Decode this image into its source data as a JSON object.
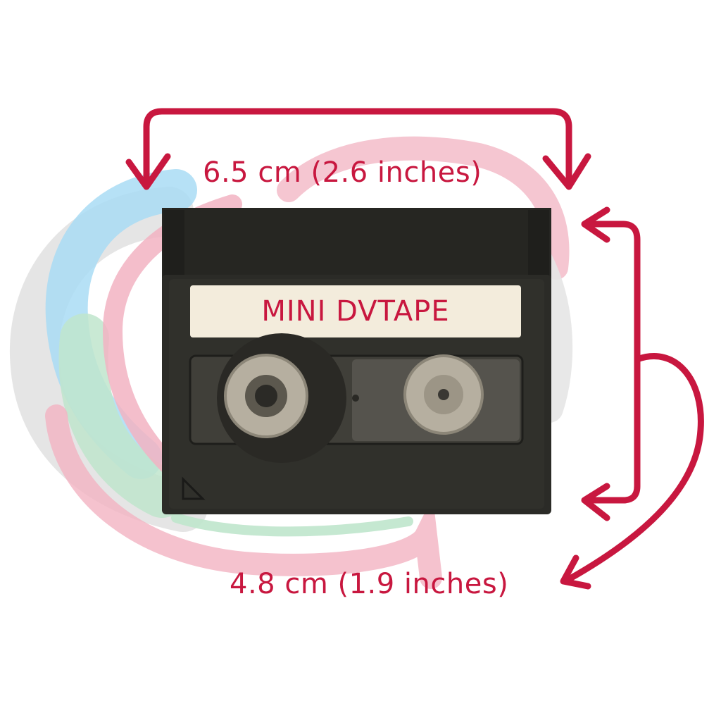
{
  "dimensions": {
    "width_label": "6.5 cm (2.6 inches)",
    "height_label": "4.8 cm (1.9 inches)"
  },
  "cassette": {
    "label_text": "MINI DVTAPE"
  },
  "colors": {
    "accent": "#c8173f",
    "cassette_body": "#2b2b27",
    "cassette_top": "#262622",
    "label_bg": "#f3ecdc",
    "window": "#55534d",
    "reel": "#b6afa0",
    "ribbon_pink": "#f2b3c2",
    "ribbon_blue": "#a9dcf5",
    "ribbon_green": "#bfe5cc"
  }
}
